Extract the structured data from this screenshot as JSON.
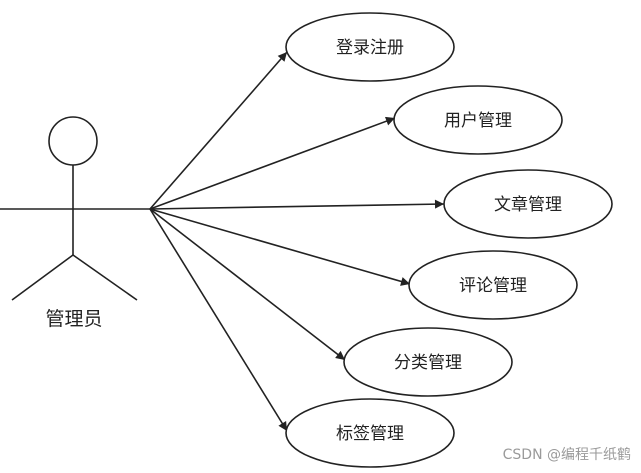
{
  "diagram": {
    "actor": {
      "label": "管理员"
    },
    "use_cases": [
      {
        "id": "login",
        "label": "登录注册"
      },
      {
        "id": "user",
        "label": "用户管理"
      },
      {
        "id": "article",
        "label": "文章管理"
      },
      {
        "id": "comment",
        "label": "评论管理"
      },
      {
        "id": "category",
        "label": "分类管理"
      },
      {
        "id": "tag",
        "label": "标签管理"
      }
    ],
    "links": [
      {
        "from": "actor",
        "to": "login"
      },
      {
        "from": "actor",
        "to": "user"
      },
      {
        "from": "actor",
        "to": "article"
      },
      {
        "from": "actor",
        "to": "comment"
      },
      {
        "from": "actor",
        "to": "category"
      },
      {
        "from": "actor",
        "to": "tag"
      }
    ]
  },
  "watermark": "CSDN @编程千纸鹤",
  "colors": {
    "stroke": "#222222",
    "fill": "#ffffff",
    "watermark": "#9a9a9a"
  }
}
